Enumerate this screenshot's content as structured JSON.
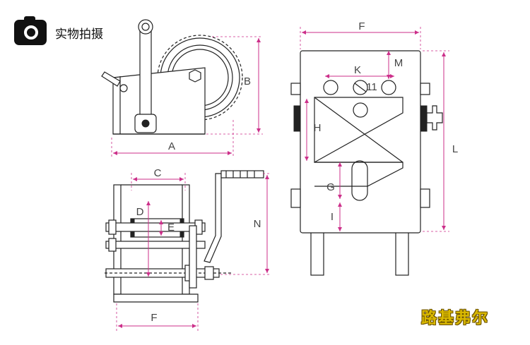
{
  "badge": {
    "icon": "camera-icon",
    "text": "实物拍摄"
  },
  "brand": {
    "text": "路基弗尔"
  },
  "dimensions": {
    "a": "A",
    "b": "B",
    "c": "C",
    "d": "D",
    "e": "E",
    "f_bottom": "F",
    "n": "N",
    "f_top": "F",
    "k": "K",
    "m": "M",
    "hole": "11",
    "h": "H",
    "g": "G",
    "i": "I",
    "l": "L"
  },
  "colors": {
    "dimension": "#cc2f8a",
    "line": "#222222",
    "brand": "#d9b800"
  }
}
